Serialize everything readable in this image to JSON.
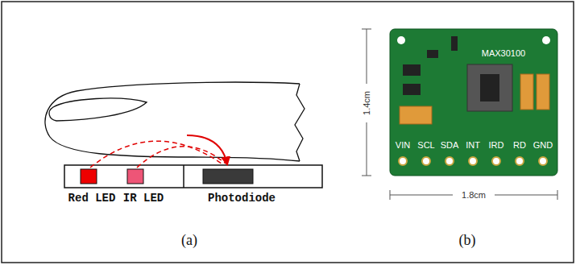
{
  "diagram": {
    "labels": [
      "Red LED",
      "IR LED",
      "Photodiode",
      "(a)",
      "MAX30100",
      "VIN",
      "SCL",
      "SDA",
      "INT",
      "IRD",
      "RD",
      "GND",
      "1.4cm",
      "1.8cm",
      "(b)"
    ]
  }
}
